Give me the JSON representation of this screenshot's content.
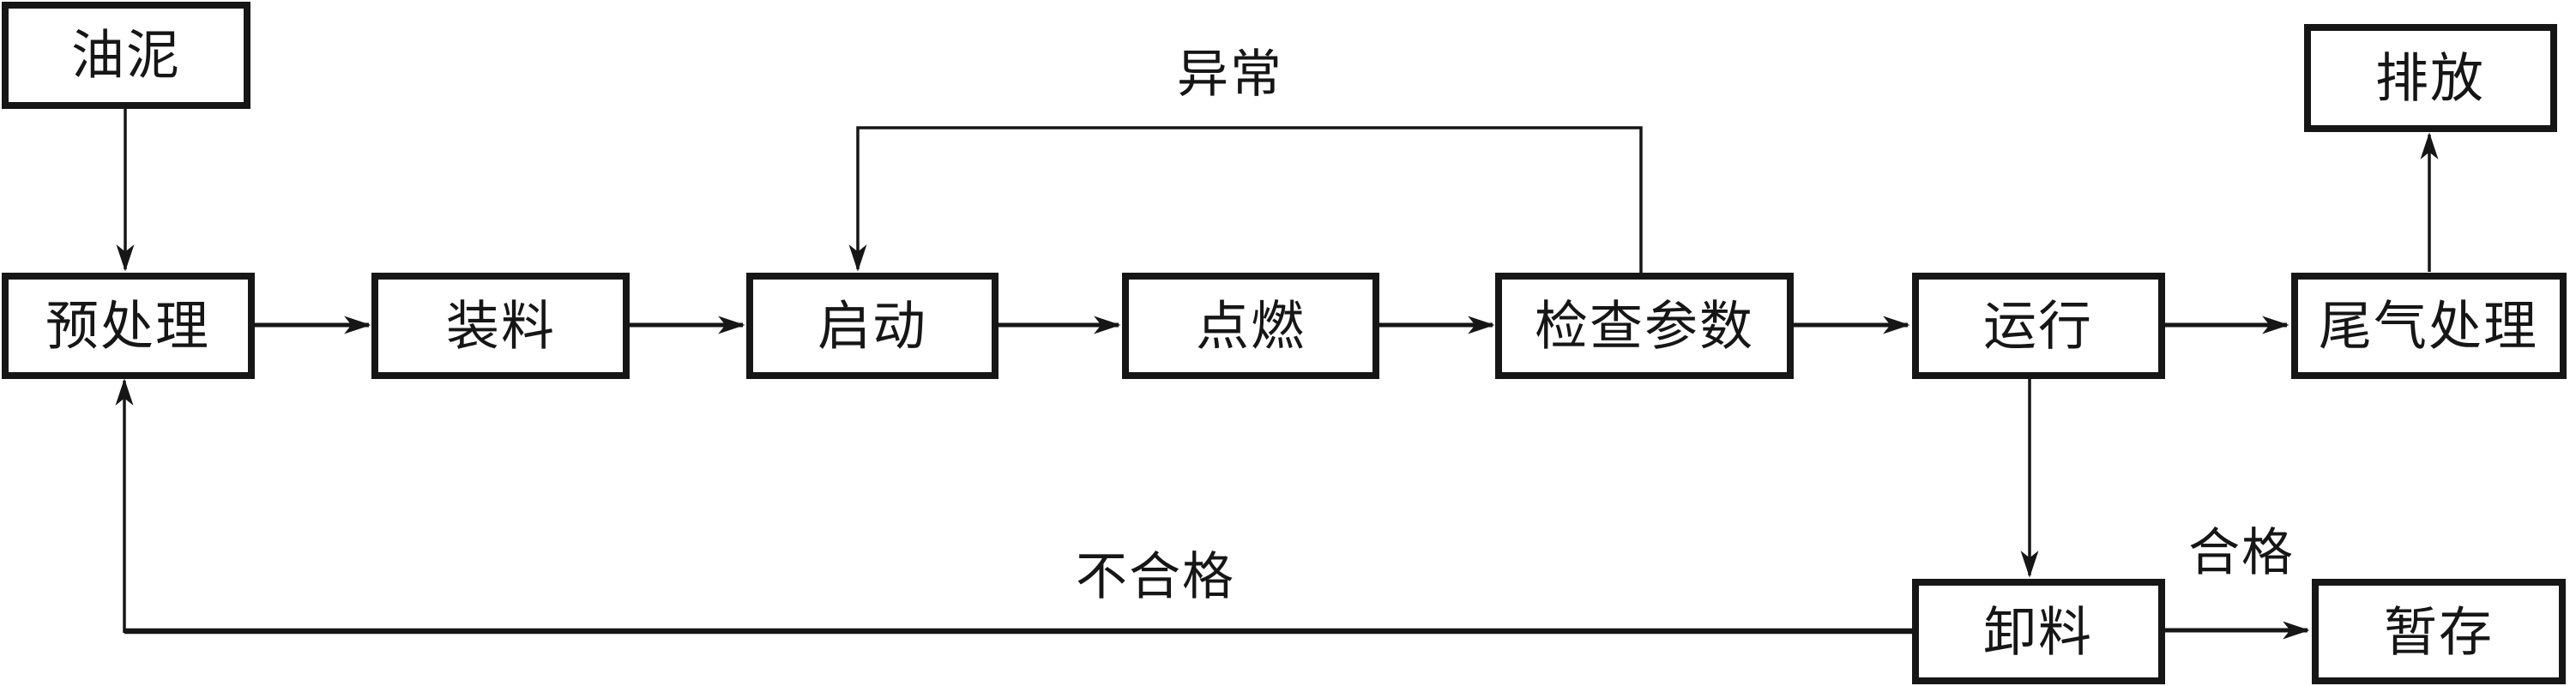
{
  "diagram": {
    "type": "flowchart",
    "background_color": "#ffffff",
    "line_color": "#161616",
    "nodes": [
      {
        "id": "oil-sludge",
        "label": "油泥"
      },
      {
        "id": "pretreatment",
        "label": "预处理"
      },
      {
        "id": "loading",
        "label": "装料"
      },
      {
        "id": "startup",
        "label": "启动"
      },
      {
        "id": "ignition",
        "label": "点燃"
      },
      {
        "id": "check-parameters",
        "label": "检查参数"
      },
      {
        "id": "operation",
        "label": "运行"
      },
      {
        "id": "tail-gas-treatment",
        "label": "尾气处理"
      },
      {
        "id": "discharge",
        "label": "排放"
      },
      {
        "id": "unloading",
        "label": "卸料"
      },
      {
        "id": "temporary-storage",
        "label": "暂存"
      }
    ],
    "edges": [
      {
        "from": "oil-sludge",
        "to": "pretreatment",
        "label": ""
      },
      {
        "from": "pretreatment",
        "to": "loading",
        "label": ""
      },
      {
        "from": "loading",
        "to": "startup",
        "label": ""
      },
      {
        "from": "startup",
        "to": "ignition",
        "label": ""
      },
      {
        "from": "ignition",
        "to": "check-parameters",
        "label": ""
      },
      {
        "from": "check-parameters",
        "to": "operation",
        "label": ""
      },
      {
        "from": "operation",
        "to": "tail-gas-treatment",
        "label": ""
      },
      {
        "from": "tail-gas-treatment",
        "to": "discharge",
        "label": ""
      },
      {
        "from": "operation",
        "to": "unloading",
        "label": ""
      },
      {
        "from": "unloading",
        "to": "temporary-storage",
        "label": "合格"
      },
      {
        "from": "check-parameters",
        "to": "startup",
        "label": "异常"
      },
      {
        "from": "unloading",
        "to": "pretreatment",
        "label": "不合格"
      }
    ]
  }
}
